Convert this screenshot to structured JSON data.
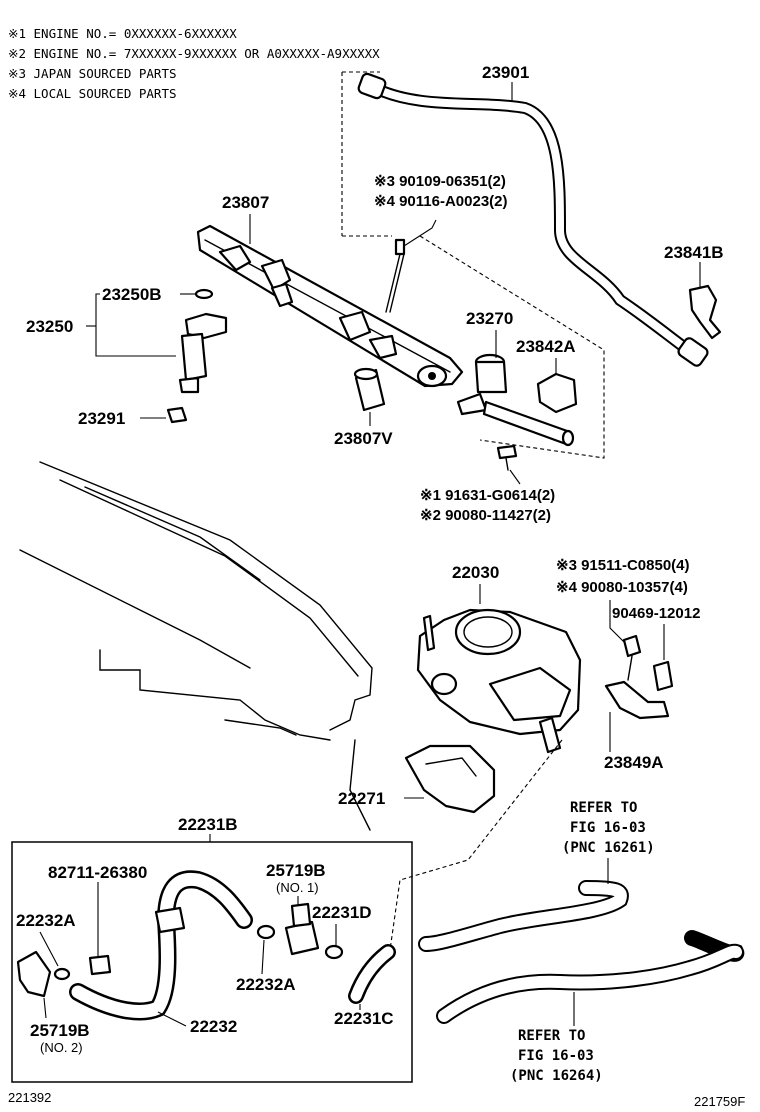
{
  "notes": [
    "※1 ENGINE NO.= 0XXXXXX-6XXXXXX",
    "※2 ENGINE NO.= 7XXXXXX-9XXXXXX OR A0XXXXX-A9XXXXX",
    "※3 JAPAN SOURCED PARTS",
    "※4 LOCAL SOURCED PARTS"
  ],
  "parts": {
    "p23901": "23901",
    "p23807": "23807",
    "p23841B": "23841B",
    "p23250B": "23250B",
    "p23250": "23250",
    "p23291": "23291",
    "p23807V": "23807V",
    "p23270": "23270",
    "p23842A": "23842A",
    "p22030": "22030",
    "p90469": "90469-12012",
    "p23849A": "23849A",
    "p22271": "22271",
    "p22231B": "22231B",
    "p82711": "82711-26380",
    "p25719B1": "25719B",
    "p25719B1_sub": "(NO. 1)",
    "p22232A_left": "22232A",
    "p22231D": "22231D",
    "p22232A_mid": "22232A",
    "p22232": "22232",
    "p22231C": "22231C",
    "p25719B2": "25719B",
    "p25719B2_sub": "(NO. 2)"
  },
  "callouts": {
    "bolt_top_a": "※3 90109-06351(2)",
    "bolt_top_b": "※4 90116-A0023(2)",
    "bolt_mid_a": "※1 91631-G0614(2)",
    "bolt_mid_b": "※2 90080-11427(2)",
    "tb_bolt_a": "※3 91511-C0850(4)",
    "tb_bolt_b": "※4 90080-10357(4)"
  },
  "refs": {
    "top_l1": "REFER TO",
    "top_l2": "FIG 16-03",
    "top_l3": "(PNC 16261)",
    "bottom_l1": "REFER TO",
    "bottom_l2": "FIG 16-03",
    "bottom_l3": "(PNC 16264)"
  },
  "footer": {
    "left_code": "221392",
    "right_code": "221759F"
  }
}
